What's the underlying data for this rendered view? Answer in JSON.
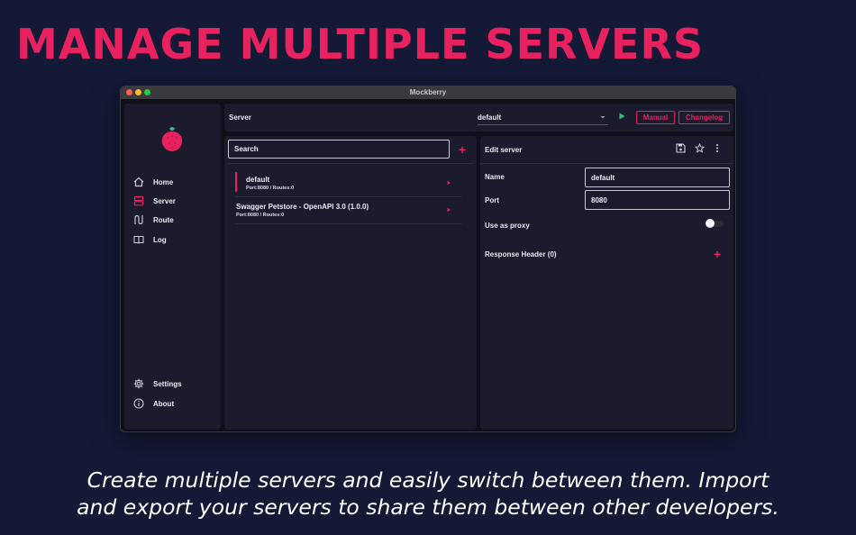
{
  "headline": "MANAGE MULTIPLE SERVERS",
  "caption": {
    "line1": "Create multiple servers and easily switch between them. Import",
    "line2": "and export your servers to share them between other developers."
  },
  "window": {
    "title": "Mockberry"
  },
  "sidebar": {
    "items": [
      {
        "label": "Home",
        "icon": "home-icon"
      },
      {
        "label": "Server",
        "icon": "server-icon"
      },
      {
        "label": "Route",
        "icon": "route-icon"
      },
      {
        "label": "Log",
        "icon": "log-icon"
      }
    ],
    "bottom_items": [
      {
        "label": "Settings",
        "icon": "gear-icon"
      },
      {
        "label": "About",
        "icon": "info-icon"
      }
    ]
  },
  "server_bar": {
    "label": "Server",
    "selected": "default",
    "manual_label": "Manual",
    "changelog_label": "Changelog"
  },
  "server_list": {
    "search_placeholder": "Search",
    "servers": [
      {
        "name": "default",
        "meta": "Port:8080 / Routes:0",
        "selected": true
      },
      {
        "name": "Swagger Petstore - OpenAPI 3.0 (1.0.0)",
        "meta": "Port:8080 / Routes:0",
        "selected": false
      }
    ]
  },
  "edit_server": {
    "title": "Edit server",
    "name_label": "Name",
    "name_value": "default",
    "port_label": "Port",
    "port_value": "8080",
    "proxy_label": "Use as proxy",
    "proxy_enabled": false,
    "response_header_label": "Response Header (0)"
  },
  "colors": {
    "accent": "#e8215f",
    "background": "#141a36",
    "panel": "#1b1b2d",
    "play": "#2ec27e"
  }
}
